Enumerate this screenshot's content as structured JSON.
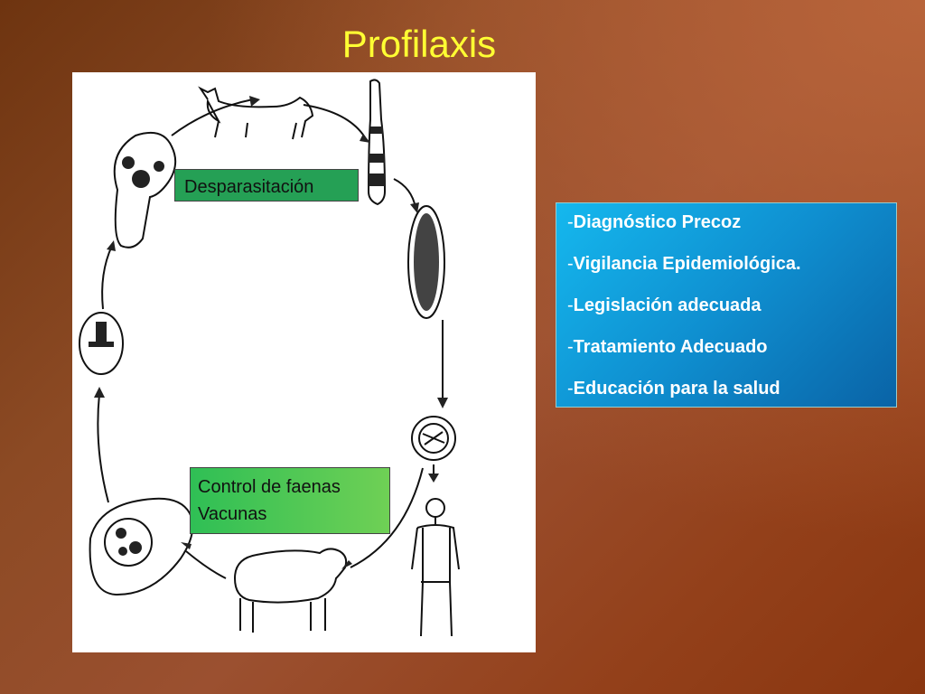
{
  "slide": {
    "title": "Profilaxis"
  },
  "diagram": {
    "labels": {
      "desparasitacion": "Desparasitación",
      "control_line1": "Control de faenas",
      "control_line2": "Vacunas"
    },
    "organism_icons": [
      "dog-icon",
      "adult-tapeworm-icon",
      "proglottid-icon",
      "egg-icon",
      "human-icon",
      "sheep-icon",
      "liver-cyst-icon",
      "scolex-icon",
      "protoscolex-icon"
    ]
  },
  "measures": {
    "items": [
      "Diagnóstico Precoz",
      "Vigilancia Epidemiológica.",
      "Legislación adecuada",
      "Tratamiento Adecuado",
      "Educación para la salud"
    ]
  },
  "colors": {
    "title": "#ffff33",
    "desparasitacion_box": "#25a055",
    "control_box": "#5cc955",
    "panel": "#1199dd"
  }
}
